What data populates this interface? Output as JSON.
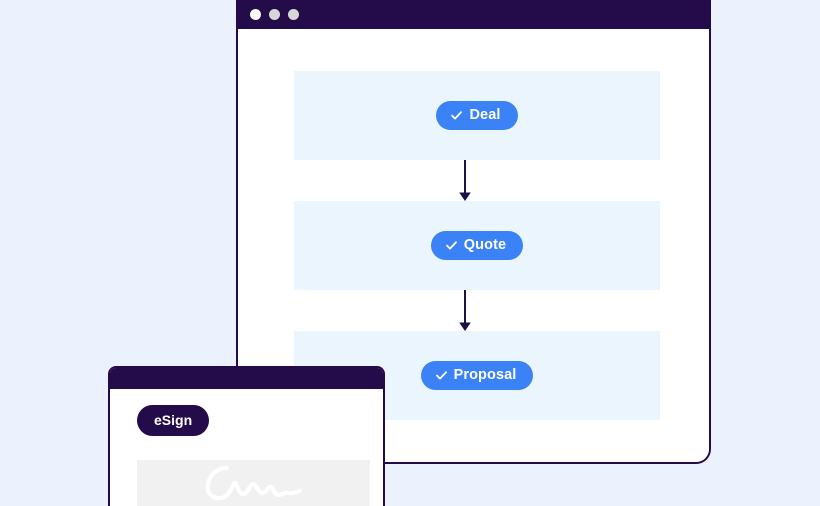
{
  "page": {
    "background_color": "#ebf2fd"
  },
  "workflow_window": {
    "name": "workflow-window",
    "chrome": {
      "dots": [
        {
          "name": "window-dot-close",
          "color": "#ffffff"
        },
        {
          "name": "window-dot-minimize",
          "color": "#d7d7d7"
        },
        {
          "name": "window-dot-maximize",
          "color": "#d7d7d7"
        }
      ]
    },
    "accent_color": "#3b82f6",
    "row_color": "#eaf5fd",
    "border_color": "#230b4a",
    "steps": [
      {
        "label": "Deal",
        "icon": "check-icon"
      },
      {
        "label": "Quote",
        "icon": "check-icon"
      },
      {
        "label": "Proposal",
        "icon": "check-icon"
      }
    ],
    "connectors": [
      {
        "name": "arrow-deal-to-quote",
        "icon": "arrow-down-icon"
      },
      {
        "name": "arrow-quote-to-proposal",
        "icon": "arrow-down-icon"
      }
    ]
  },
  "esign_window": {
    "name": "esign-window",
    "badge_label": "eSign",
    "badge_color": "#240b4a",
    "signature": {
      "name": "signature-field",
      "icon": "signature-scribble-icon",
      "box_color": "#f1f1f1",
      "stroke_color": "#ffffff"
    }
  }
}
